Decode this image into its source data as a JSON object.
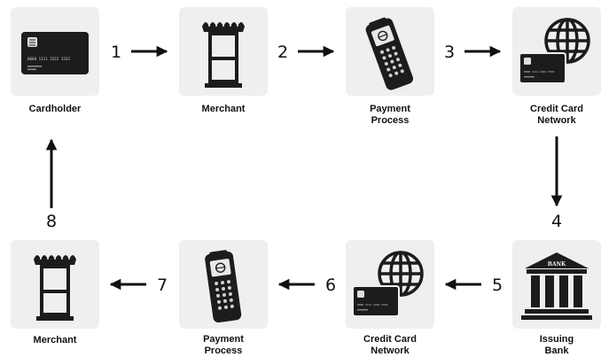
{
  "nodes": {
    "cardholder": {
      "label": "Cardholder",
      "card_number": "0000  1111  2222  3333"
    },
    "merchant_top": {
      "label": "Merchant"
    },
    "payment_top": {
      "label": "Payment\nProcess"
    },
    "network_top": {
      "label": "Credit Card\nNetwork",
      "card_number": "0000  1111  2222  3333"
    },
    "issuing_bank": {
      "label": "Issuing\nBank",
      "building_text": "BANK"
    },
    "network_bottom": {
      "label": "Credit Card\nNetwork",
      "card_number": "0000  1111  2222  3333"
    },
    "payment_bottom": {
      "label": "Payment\nProcess"
    },
    "merchant_bottom": {
      "label": "Merchant"
    }
  },
  "steps": [
    "1",
    "2",
    "3",
    "4",
    "5",
    "6",
    "7",
    "8"
  ]
}
